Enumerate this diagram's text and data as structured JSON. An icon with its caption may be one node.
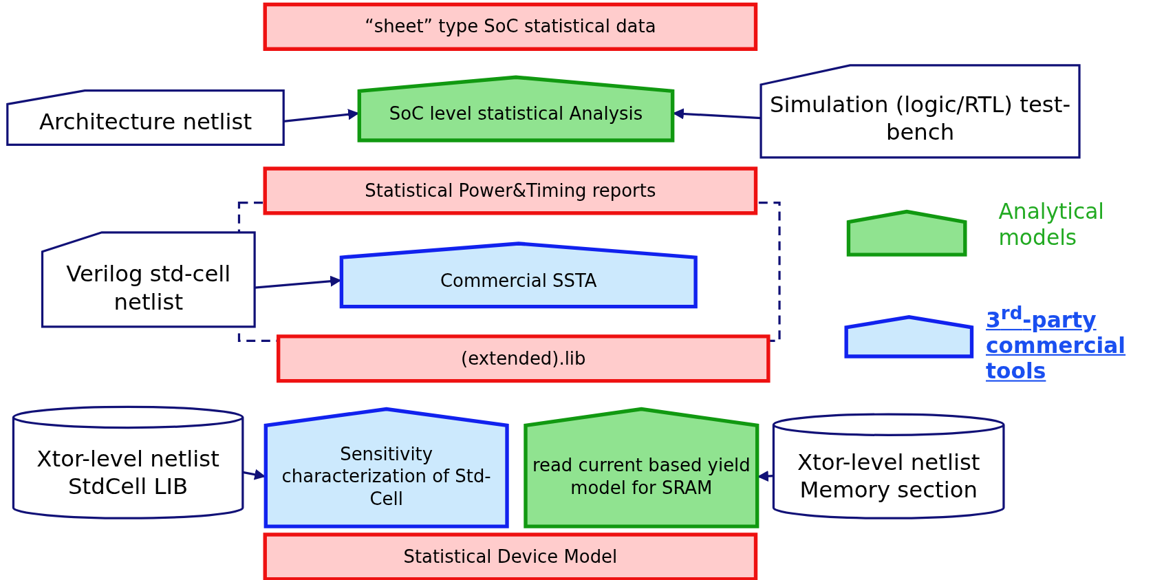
{
  "diagram": {
    "nodes": [
      {
        "text": [
          "“sheet” type SoC statistical data"
        ]
      },
      {
        "text": [
          "Architecture netlist"
        ]
      },
      {
        "text": [
          "SoC level statistical Analysis"
        ]
      },
      {
        "text": [
          "Simulation (logic/RTL) test-bench"
        ]
      },
      {
        "text": [
          "Statistical Power&Timing reports"
        ]
      },
      {
        "text": [
          "Verilog std-cell netlist"
        ]
      },
      {
        "text": [
          "Commercial SSTA"
        ]
      },
      {
        "text": [
          "(extended).lib"
        ]
      },
      {
        "text": [
          "Xtor-level netlist StdCell LIB"
        ]
      },
      {
        "text": [
          "Sensitivity characterization of Std-Cell"
        ]
      },
      {
        "text": [
          "read current based yield model for SRAM"
        ]
      },
      {
        "text": [
          "Xtor-level netlist Memory section"
        ]
      },
      {
        "text": [
          "Statistical Device Model"
        ]
      }
    ],
    "edges": [
      {
        "from": 1,
        "to": 2,
        "arrow": "to"
      },
      {
        "from": 3,
        "to": 2,
        "arrow": "to"
      },
      {
        "from": 5,
        "to": 6,
        "arrow": "to"
      },
      {
        "from": 8,
        "to": 9,
        "arrow": "to"
      },
      {
        "from": 11,
        "to": 10,
        "arrow": "to"
      }
    ],
    "legend": [
      {
        "text": "Analytical models",
        "color": "#90e390"
      },
      {
        "text": "3$^{rd}$-party commercial tools",
        "color": "#cce9fd"
      }
    ]
  }
}
